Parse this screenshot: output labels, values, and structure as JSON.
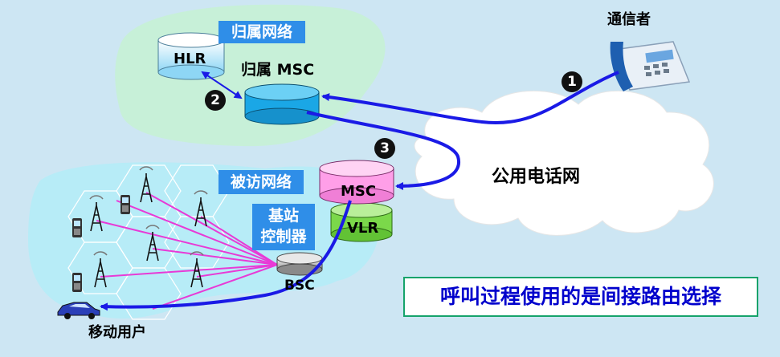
{
  "labels": {
    "home_network": "归属网络",
    "hlr": "HLR",
    "home_msc": "归属 MSC",
    "caller": "通信者",
    "pstn": "公用电话网",
    "visited_network": "被访网络",
    "msc": "MSC",
    "vlr": "VLR",
    "bsc_line1": "基站",
    "bsc_line2": "控制器",
    "bsc": "BSC",
    "mobile_user": "移动用户"
  },
  "steps": {
    "step1": "1",
    "step2": "2",
    "step3": "3"
  },
  "conclusion": "呼叫过程使用的是间接路由选择",
  "colors": {
    "background": "#cde6f3",
    "home_area": "#c7f0d8",
    "visited_area": "#b7ecf7",
    "tag": "#2f8ee8",
    "path": "#1a1ae6",
    "msc": "#ff9fe8",
    "vlr": "#7bd84a",
    "home_msc": "#1aa7e6",
    "links": "#e83ad6"
  }
}
